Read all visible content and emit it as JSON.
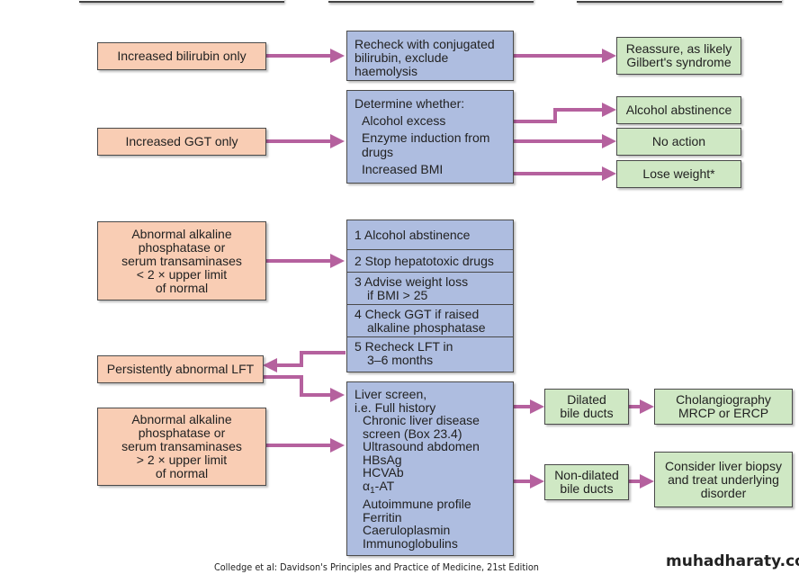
{
  "colors": {
    "input_box": "#f9cdb4",
    "process_box": "#aebde0",
    "outcome_box": "#cfe8c4",
    "arrow": "#b5619e",
    "border": "#4a4a4a"
  },
  "row1": {
    "input": "Increased bilirubin only",
    "process_lines": [
      "Recheck with conjugated",
      "bilirubin, exclude",
      "haemolysis"
    ],
    "outcome_lines": [
      "Reassure, as likely",
      "Gilbert's syndrome"
    ]
  },
  "row2": {
    "input": "Increased GGT only",
    "process_title": "Determine whether:",
    "process_items": [
      "Alcohol excess",
      "Enzyme induction from",
      "drugs",
      "Increased BMI"
    ],
    "outcomes": [
      "Alcohol abstinence",
      "No action",
      "Lose weight*"
    ]
  },
  "row3": {
    "input_lines": [
      "Abnormal alkaline",
      "phosphatase or",
      "serum transaminases",
      "< 2 × upper limit",
      "of normal"
    ],
    "steps": [
      {
        "line1": "1 Alcohol abstinence",
        "line2": ""
      },
      {
        "line1": "2 Stop hepatotoxic drugs",
        "line2": ""
      },
      {
        "line1": "3 Advise weight loss",
        "line2": "if BMI > 25"
      },
      {
        "line1": "4 Check GGT if raised",
        "line2": "alkaline phosphatase"
      },
      {
        "line1": "5 Recheck LFT in",
        "line2": "3–6 months"
      }
    ],
    "persistent": "Persistently abnormal LFT"
  },
  "row4": {
    "input_lines": [
      "Abnormal alkaline",
      "phosphatase or",
      "serum transaminases",
      "> 2 × upper limit",
      "of normal"
    ],
    "screen_header": [
      "Liver screen,",
      "i.e. Full history"
    ],
    "screen_items": [
      "Chronic liver disease",
      "screen (Box 23.4)",
      "Ultrasound abdomen",
      "HBsAg",
      "HCVAb",
      "α",
      "Autoimmune profile",
      "Ferritin",
      "Caeruloplasmin",
      "Immunoglobulins"
    ],
    "alpha_sub": "1",
    "alpha_suffix": "-AT",
    "dilated_lines": [
      "Dilated",
      "bile ducts"
    ],
    "dilated_outcome_lines": [
      "Cholangiography",
      "MRCP or ERCP"
    ],
    "nondilated_lines": [
      "Non-dilated",
      "bile ducts"
    ],
    "nondilated_outcome_lines": [
      "Consider liver biopsy",
      "and treat underlying",
      "disorder"
    ]
  },
  "caption": "Colledge et al: Davidson's Principles and Practice of Medicine, 21st Edition",
  "watermark": "muhadharaty.com"
}
